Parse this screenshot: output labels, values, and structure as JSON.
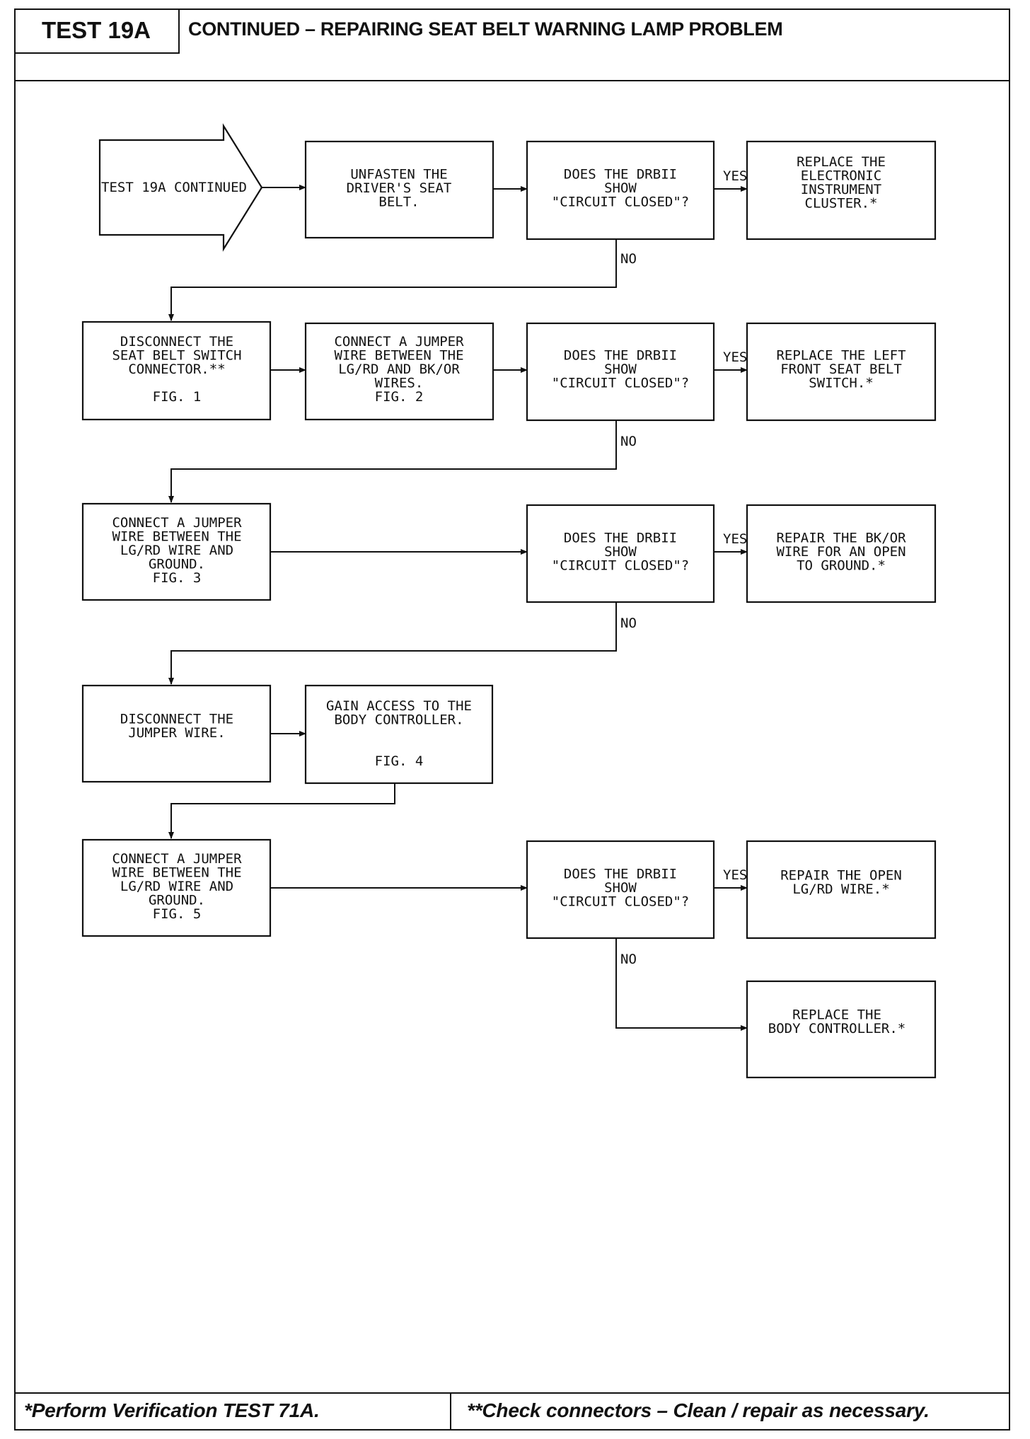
{
  "header": {
    "test_id": "TEST 19A",
    "title": "CONTINUED – REPAIRING SEAT BELT WARNING LAMP PROBLEM"
  },
  "diagram": {
    "start": [
      "TEST 19A CONTINUED"
    ],
    "steps": {
      "unfasten": [
        "UNFASTEN THE",
        "DRIVER'S SEAT",
        "BELT."
      ],
      "q1": [
        "DOES THE DRBII",
        "SHOW",
        "\"CIRCUIT CLOSED\"?"
      ],
      "r1": [
        "REPLACE THE",
        "ELECTRONIC",
        "INSTRUMENT",
        "CLUSTER.*"
      ],
      "disconnect_switch": [
        "DISCONNECT THE",
        "SEAT BELT SWITCH",
        "CONNECTOR.**",
        "",
        "FIG. 1"
      ],
      "jumper_lgrd_bkor": [
        "CONNECT A JUMPER",
        "WIRE BETWEEN THE",
        "LG/RD AND BK/OR",
        "WIRES.",
        "FIG. 2"
      ],
      "q2": [
        "DOES THE DRBII",
        "SHOW",
        "\"CIRCUIT CLOSED\"?"
      ],
      "r2": [
        "REPLACE THE LEFT",
        "FRONT SEAT BELT",
        "SWITCH.*"
      ],
      "jumper_ground_1": [
        "CONNECT A JUMPER",
        "WIRE BETWEEN THE",
        "LG/RD WIRE AND",
        "GROUND.",
        "FIG. 3"
      ],
      "q3": [
        "DOES THE DRBII",
        "SHOW",
        "\"CIRCUIT CLOSED\"?"
      ],
      "r3": [
        "REPAIR THE BK/OR",
        "WIRE FOR AN OPEN",
        "TO GROUND.*"
      ],
      "disconnect_jumper": [
        "DISCONNECT THE",
        "JUMPER WIRE."
      ],
      "access_body": [
        "GAIN ACCESS TO THE",
        "BODY CONTROLLER.",
        "",
        "",
        "FIG. 4"
      ],
      "jumper_ground_2": [
        "CONNECT A JUMPER",
        "WIRE BETWEEN THE",
        "LG/RD WIRE AND",
        "GROUND.",
        "FIG. 5"
      ],
      "q4": [
        "DOES THE DRBII",
        "SHOW",
        "\"CIRCUIT CLOSED\"?"
      ],
      "r4": [
        "REPAIR THE OPEN",
        "LG/RD WIRE.*"
      ],
      "r5": [
        "REPLACE THE",
        "BODY CONTROLLER.*"
      ]
    },
    "labels": {
      "yes": "YES",
      "no": "NO"
    }
  },
  "footer": {
    "left_note": "*Perform Verification TEST 71A.",
    "right_note": "**Check connectors – Clean / repair as necessary."
  }
}
